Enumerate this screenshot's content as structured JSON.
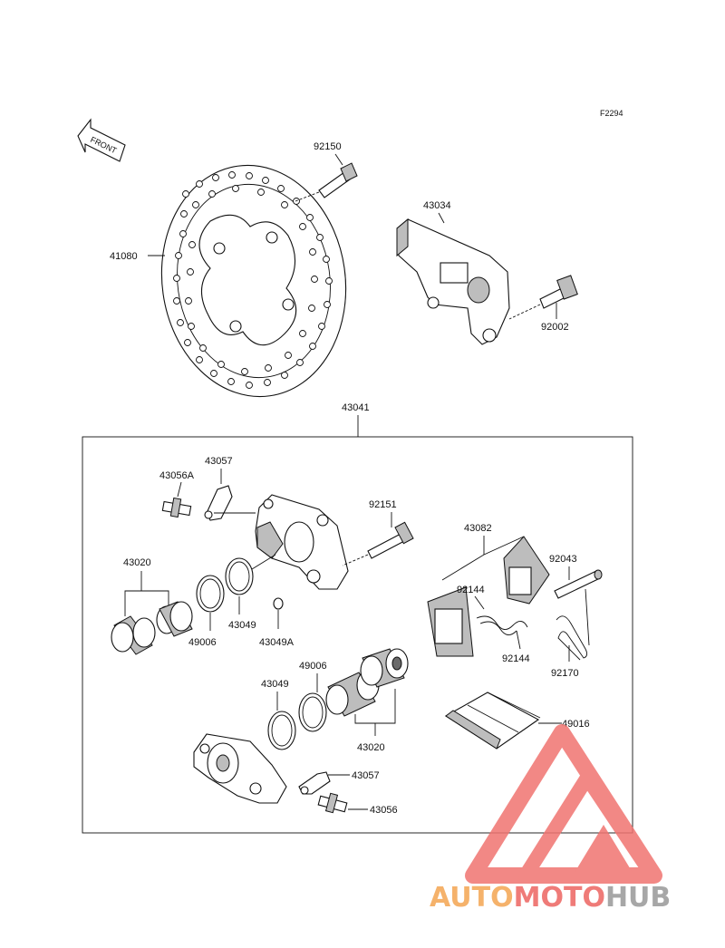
{
  "figure_code": "F2294",
  "front_arrow_text": "FRONT",
  "parts": {
    "disc_bolt": "92150",
    "disc": "41080",
    "caliper_bracket": "43034",
    "bracket_bolt": "92002",
    "caliper_assembly": "43041",
    "bleeder_cap": "43057",
    "bleeder_valve_a": "43056A",
    "caliper_bolt": "92151",
    "pad_set": "43082",
    "pad_pin": "92043",
    "piston_left": "43020",
    "pad_spring_upper": "92144",
    "pad_spring_lower": "92144",
    "dust_seal_left": "49006",
    "piston_seal_left": "43049",
    "ring_a": "43049A",
    "snap_pin": "92170",
    "dust_seal_right": "49006",
    "piston_seal_right": "43049",
    "shim": "49016",
    "piston_right": "43020",
    "bleeder_cap_lower": "43057",
    "bleeder_valve": "43056"
  },
  "watermark": {
    "part1": "AUTO",
    "part2": "MOTO",
    "part3": "HUB",
    "color1": "#f5b26b",
    "color2": "#ef7b78",
    "color3": "#a7a7a7",
    "logo_color": "#f07470"
  }
}
